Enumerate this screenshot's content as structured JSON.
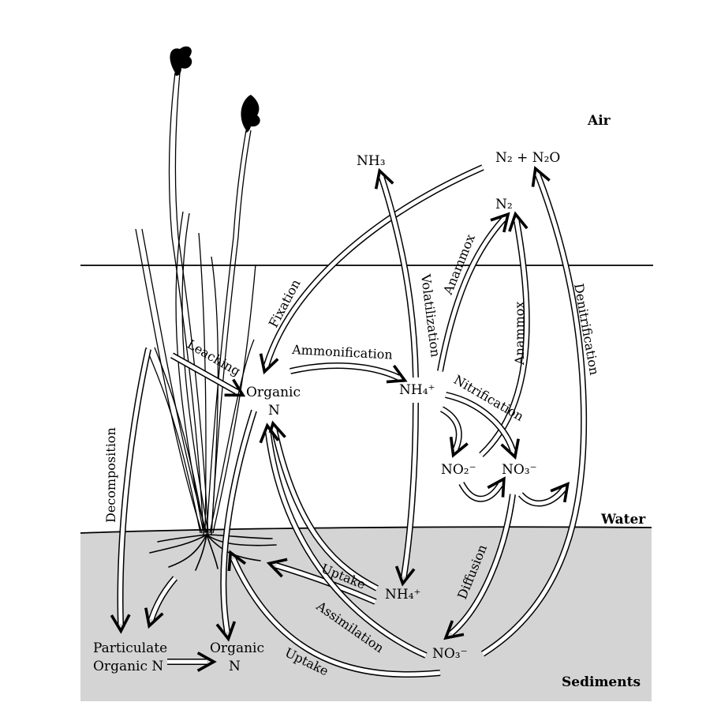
{
  "zones": {
    "air": "Air",
    "water": "Water",
    "sediments": "Sediments"
  },
  "species": {
    "nh3": "NH₃",
    "n2_n2o": "N₂ + N₂O",
    "n2": "N₂",
    "organic_n_water": [
      "Organic",
      "N"
    ],
    "nh4_water": "NH₄⁺",
    "no2": "NO₂⁻",
    "no3_water": "NO₃⁻",
    "nh4_sediment": "NH₄⁺",
    "no3_sediment": "NO₃⁻",
    "particulate_organic_n": [
      "Particulate",
      "Organic N"
    ],
    "organic_n_sediment": [
      "Organic",
      "N"
    ]
  },
  "processes": {
    "fixation": "Fixation",
    "leaching": "Leaching",
    "ammonification": "Ammonification",
    "volatilization": "Volatilization",
    "anammox_1": "Anammox",
    "anammox_2": "Anammox",
    "nitrification": "Nitrification",
    "denitrification": "Denitrification",
    "decomposition": "Decomposition",
    "uptake_nh4": "Uptake",
    "assimilation": "Assimilation",
    "diffusion": "Diffusion",
    "uptake_no3": "Uptake"
  }
}
